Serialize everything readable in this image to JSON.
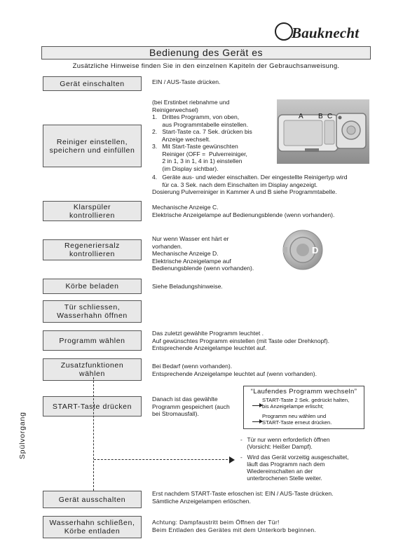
{
  "brand": {
    "name": "Bauknecht"
  },
  "header": {
    "title": "Bedienung des Gerät es",
    "subtitle": "Zusätzliche Hinweise finden Sie in den einzelnen Kapiteln der Gebrauchsanweisung."
  },
  "steps": [
    {
      "label": "Gerät einschalten",
      "desc": "EIN / AUS-Taste drücken."
    },
    {
      "label": "Reiniger einstellen,\nspeichern und einfüllen",
      "desc": "(bei Erstinbet riebnahme und\nReinigerwechsel)\n1.   Drittes Programm, von oben,\n      aus Programmtabelle einstellen.\n2.   Start-Taste ca. 7 Sek. drücken bis\n      Anzeige wechselt.\n3.   Mit Start-Taste gewünschten\n      Reiniger (OFF =  Pulverreiniger,\n      2 in 1, 3 in 1, 4 in 1) einstellen\n      (im Display sichtbar).",
      "desc2": "4.   Geräte aus- und wieder einschalten. Der eingestellte Reinigertyp wird\n      für ca. 3 Sek. nach dem Einschalten im Display angezeigt.\nDosierung Pulverreiniger in Kammer A und B siehe Programmtabelle."
    },
    {
      "label": "Klarspüler\nkontrollieren",
      "desc": "Mechanische Anzeige C.\nElektrische Anzeigelampe auf Bedienungsblende (wenn vorhanden)."
    },
    {
      "label": "Regeneriersalz\nkontrollieren",
      "desc": "Nur wenn Wasser ent härt er\nvorhanden.\nMechanische Anzeige D.\nElektrische Anzeigelampe auf\nBedienungsblende (wenn vorhanden)."
    },
    {
      "label": "Körbe beladen",
      "desc": "Siehe Beladungshinweise."
    },
    {
      "label": "Tür schliessen,\nWasserhahn öffnen",
      "desc": ""
    },
    {
      "label": "Programm wählen",
      "desc": "Das zuletzt gewählte Programm leuchtet .\nAuf gewünschtes Programm einstellen (mit Taste oder Drehknopf).\nEntsprechende Anzeigelampe leuchtet auf."
    },
    {
      "label": "Zusatzfunktionen\nwählen",
      "desc": "Bei Bedarf (wenn vorhanden).\nEntsprechende Anzeigelampe leuchtet auf (wenn vorhanden)."
    },
    {
      "label": "START-Taste drücken",
      "desc": "Danach ist das gewählte\nProgramm gespeichert (auch\nbei Stromausfall)."
    },
    {
      "label": "Gerät ausschalten",
      "desc": "Erst nachdem START-Taste erloschen ist: EIN / AUS-Taste drücken.\nSämtliche Anzeigelampen erlöschen."
    },
    {
      "label": "Wasserhahn schließen,\nKörbe entladen",
      "desc": "Achtung: Dampfaustritt beim Öffnen der Tür!\nBeim Entladen des Gerätes mit dem Unterkorb beginnen."
    }
  ],
  "callout": {
    "title": "“Laufendes Programm wechseln”",
    "items": [
      "START-Taste 2 Sek. gedrückt halten,\nbis Anzeigelampe erlischt;",
      "Programm neu wählen und\nSTART-Taste erneut drücken."
    ]
  },
  "running_notes": [
    "-   Tür nur wenn erforderlich öffnen\n    (Vorsicht: Heißer Dampf).",
    "-   Wird das Gerät vorzeitig ausgeschaltet,\n    läuft das Programm nach dem\n    Wiedereinschalten an der\n    unterbrochenen Stelle weiter."
  ],
  "side_label": "Spülvorgang",
  "image_labels": {
    "a": "A",
    "b": "B",
    "c": "C",
    "d": "D"
  },
  "colors": {
    "box_fill": "#e8e8e8",
    "border": "#555555",
    "photo": "#a9a9a9"
  }
}
